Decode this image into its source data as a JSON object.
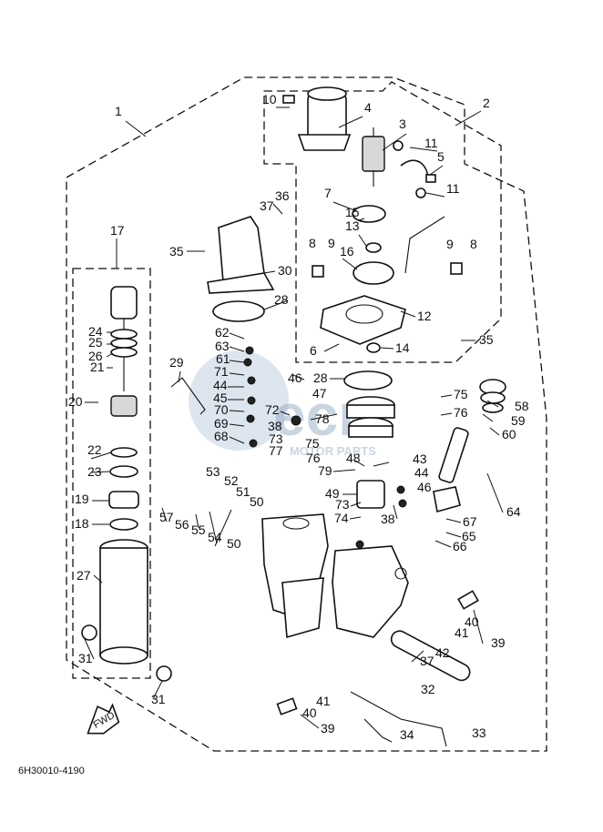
{
  "drawing_code": "6H30010-4190",
  "fwd_label": "FWD",
  "watermark": {
    "logo": "ecm",
    "subtitle": "MOTOR PARTS"
  },
  "callouts": [
    {
      "id": "c1",
      "text": "1"
    },
    {
      "id": "c2",
      "text": "2"
    },
    {
      "id": "c3",
      "text": "3"
    },
    {
      "id": "c4",
      "text": "4"
    },
    {
      "id": "c5",
      "text": "5"
    },
    {
      "id": "c6",
      "text": "6"
    },
    {
      "id": "c7",
      "text": "7"
    },
    {
      "id": "c8a",
      "text": "8"
    },
    {
      "id": "c8b",
      "text": "8"
    },
    {
      "id": "c9a",
      "text": "9"
    },
    {
      "id": "c9b",
      "text": "9"
    },
    {
      "id": "c10",
      "text": "10"
    },
    {
      "id": "c11a",
      "text": "11"
    },
    {
      "id": "c11b",
      "text": "11"
    },
    {
      "id": "c12",
      "text": "12"
    },
    {
      "id": "c13",
      "text": "13"
    },
    {
      "id": "c14",
      "text": "14"
    },
    {
      "id": "c15",
      "text": "15"
    },
    {
      "id": "c16",
      "text": "16"
    },
    {
      "id": "c17",
      "text": "17"
    },
    {
      "id": "c18",
      "text": "18"
    },
    {
      "id": "c19",
      "text": "19"
    },
    {
      "id": "c20",
      "text": "20"
    },
    {
      "id": "c21",
      "text": "21"
    },
    {
      "id": "c22",
      "text": "22"
    },
    {
      "id": "c23",
      "text": "23"
    },
    {
      "id": "c24",
      "text": "24"
    },
    {
      "id": "c25",
      "text": "25"
    },
    {
      "id": "c26",
      "text": "26"
    },
    {
      "id": "c27",
      "text": "27"
    },
    {
      "id": "c28a",
      "text": "28"
    },
    {
      "id": "c28b",
      "text": "28"
    },
    {
      "id": "c29",
      "text": "29"
    },
    {
      "id": "c30",
      "text": "30"
    },
    {
      "id": "c31a",
      "text": "31"
    },
    {
      "id": "c31b",
      "text": "31"
    },
    {
      "id": "c32",
      "text": "32"
    },
    {
      "id": "c33",
      "text": "33"
    },
    {
      "id": "c34",
      "text": "34"
    },
    {
      "id": "c35a",
      "text": "35"
    },
    {
      "id": "c35b",
      "text": "35"
    },
    {
      "id": "c36",
      "text": "36"
    },
    {
      "id": "c37a",
      "text": "37"
    },
    {
      "id": "c37b",
      "text": "37"
    },
    {
      "id": "c38a",
      "text": "38"
    },
    {
      "id": "c38b",
      "text": "38"
    },
    {
      "id": "c39a",
      "text": "39"
    },
    {
      "id": "c39b",
      "text": "39"
    },
    {
      "id": "c40a",
      "text": "40"
    },
    {
      "id": "c40b",
      "text": "40"
    },
    {
      "id": "c41a",
      "text": "41"
    },
    {
      "id": "c41b",
      "text": "41"
    },
    {
      "id": "c42",
      "text": "42"
    },
    {
      "id": "c43",
      "text": "43"
    },
    {
      "id": "c44a",
      "text": "44"
    },
    {
      "id": "c44b",
      "text": "44"
    },
    {
      "id": "c45",
      "text": "45"
    },
    {
      "id": "c46a",
      "text": "46"
    },
    {
      "id": "c46b",
      "text": "46"
    },
    {
      "id": "c47",
      "text": "47"
    },
    {
      "id": "c48",
      "text": "48"
    },
    {
      "id": "c49",
      "text": "49"
    },
    {
      "id": "c50a",
      "text": "50"
    },
    {
      "id": "c50b",
      "text": "50"
    },
    {
      "id": "c51",
      "text": "51"
    },
    {
      "id": "c52",
      "text": "52"
    },
    {
      "id": "c53",
      "text": "53"
    },
    {
      "id": "c54",
      "text": "54"
    },
    {
      "id": "c55",
      "text": "55"
    },
    {
      "id": "c56",
      "text": "56"
    },
    {
      "id": "c57",
      "text": "57"
    },
    {
      "id": "c58",
      "text": "58"
    },
    {
      "id": "c59",
      "text": "59"
    },
    {
      "id": "c60",
      "text": "60"
    },
    {
      "id": "c61",
      "text": "61"
    },
    {
      "id": "c62",
      "text": "62"
    },
    {
      "id": "c63",
      "text": "63"
    },
    {
      "id": "c64",
      "text": "64"
    },
    {
      "id": "c65",
      "text": "65"
    },
    {
      "id": "c66",
      "text": "66"
    },
    {
      "id": "c67",
      "text": "67"
    },
    {
      "id": "c68",
      "text": "68"
    },
    {
      "id": "c69",
      "text": "69"
    },
    {
      "id": "c70",
      "text": "70"
    },
    {
      "id": "c71",
      "text": "71"
    },
    {
      "id": "c72",
      "text": "72"
    },
    {
      "id": "c73a",
      "text": "73"
    },
    {
      "id": "c73b",
      "text": "73"
    },
    {
      "id": "c74",
      "text": "74"
    },
    {
      "id": "c75a",
      "text": "75"
    },
    {
      "id": "c75b",
      "text": "75"
    },
    {
      "id": "c76a",
      "text": "76"
    },
    {
      "id": "c76b",
      "text": "76"
    },
    {
      "id": "c77",
      "text": "77"
    },
    {
      "id": "c78",
      "text": "78"
    },
    {
      "id": "c79",
      "text": "79"
    }
  ]
}
